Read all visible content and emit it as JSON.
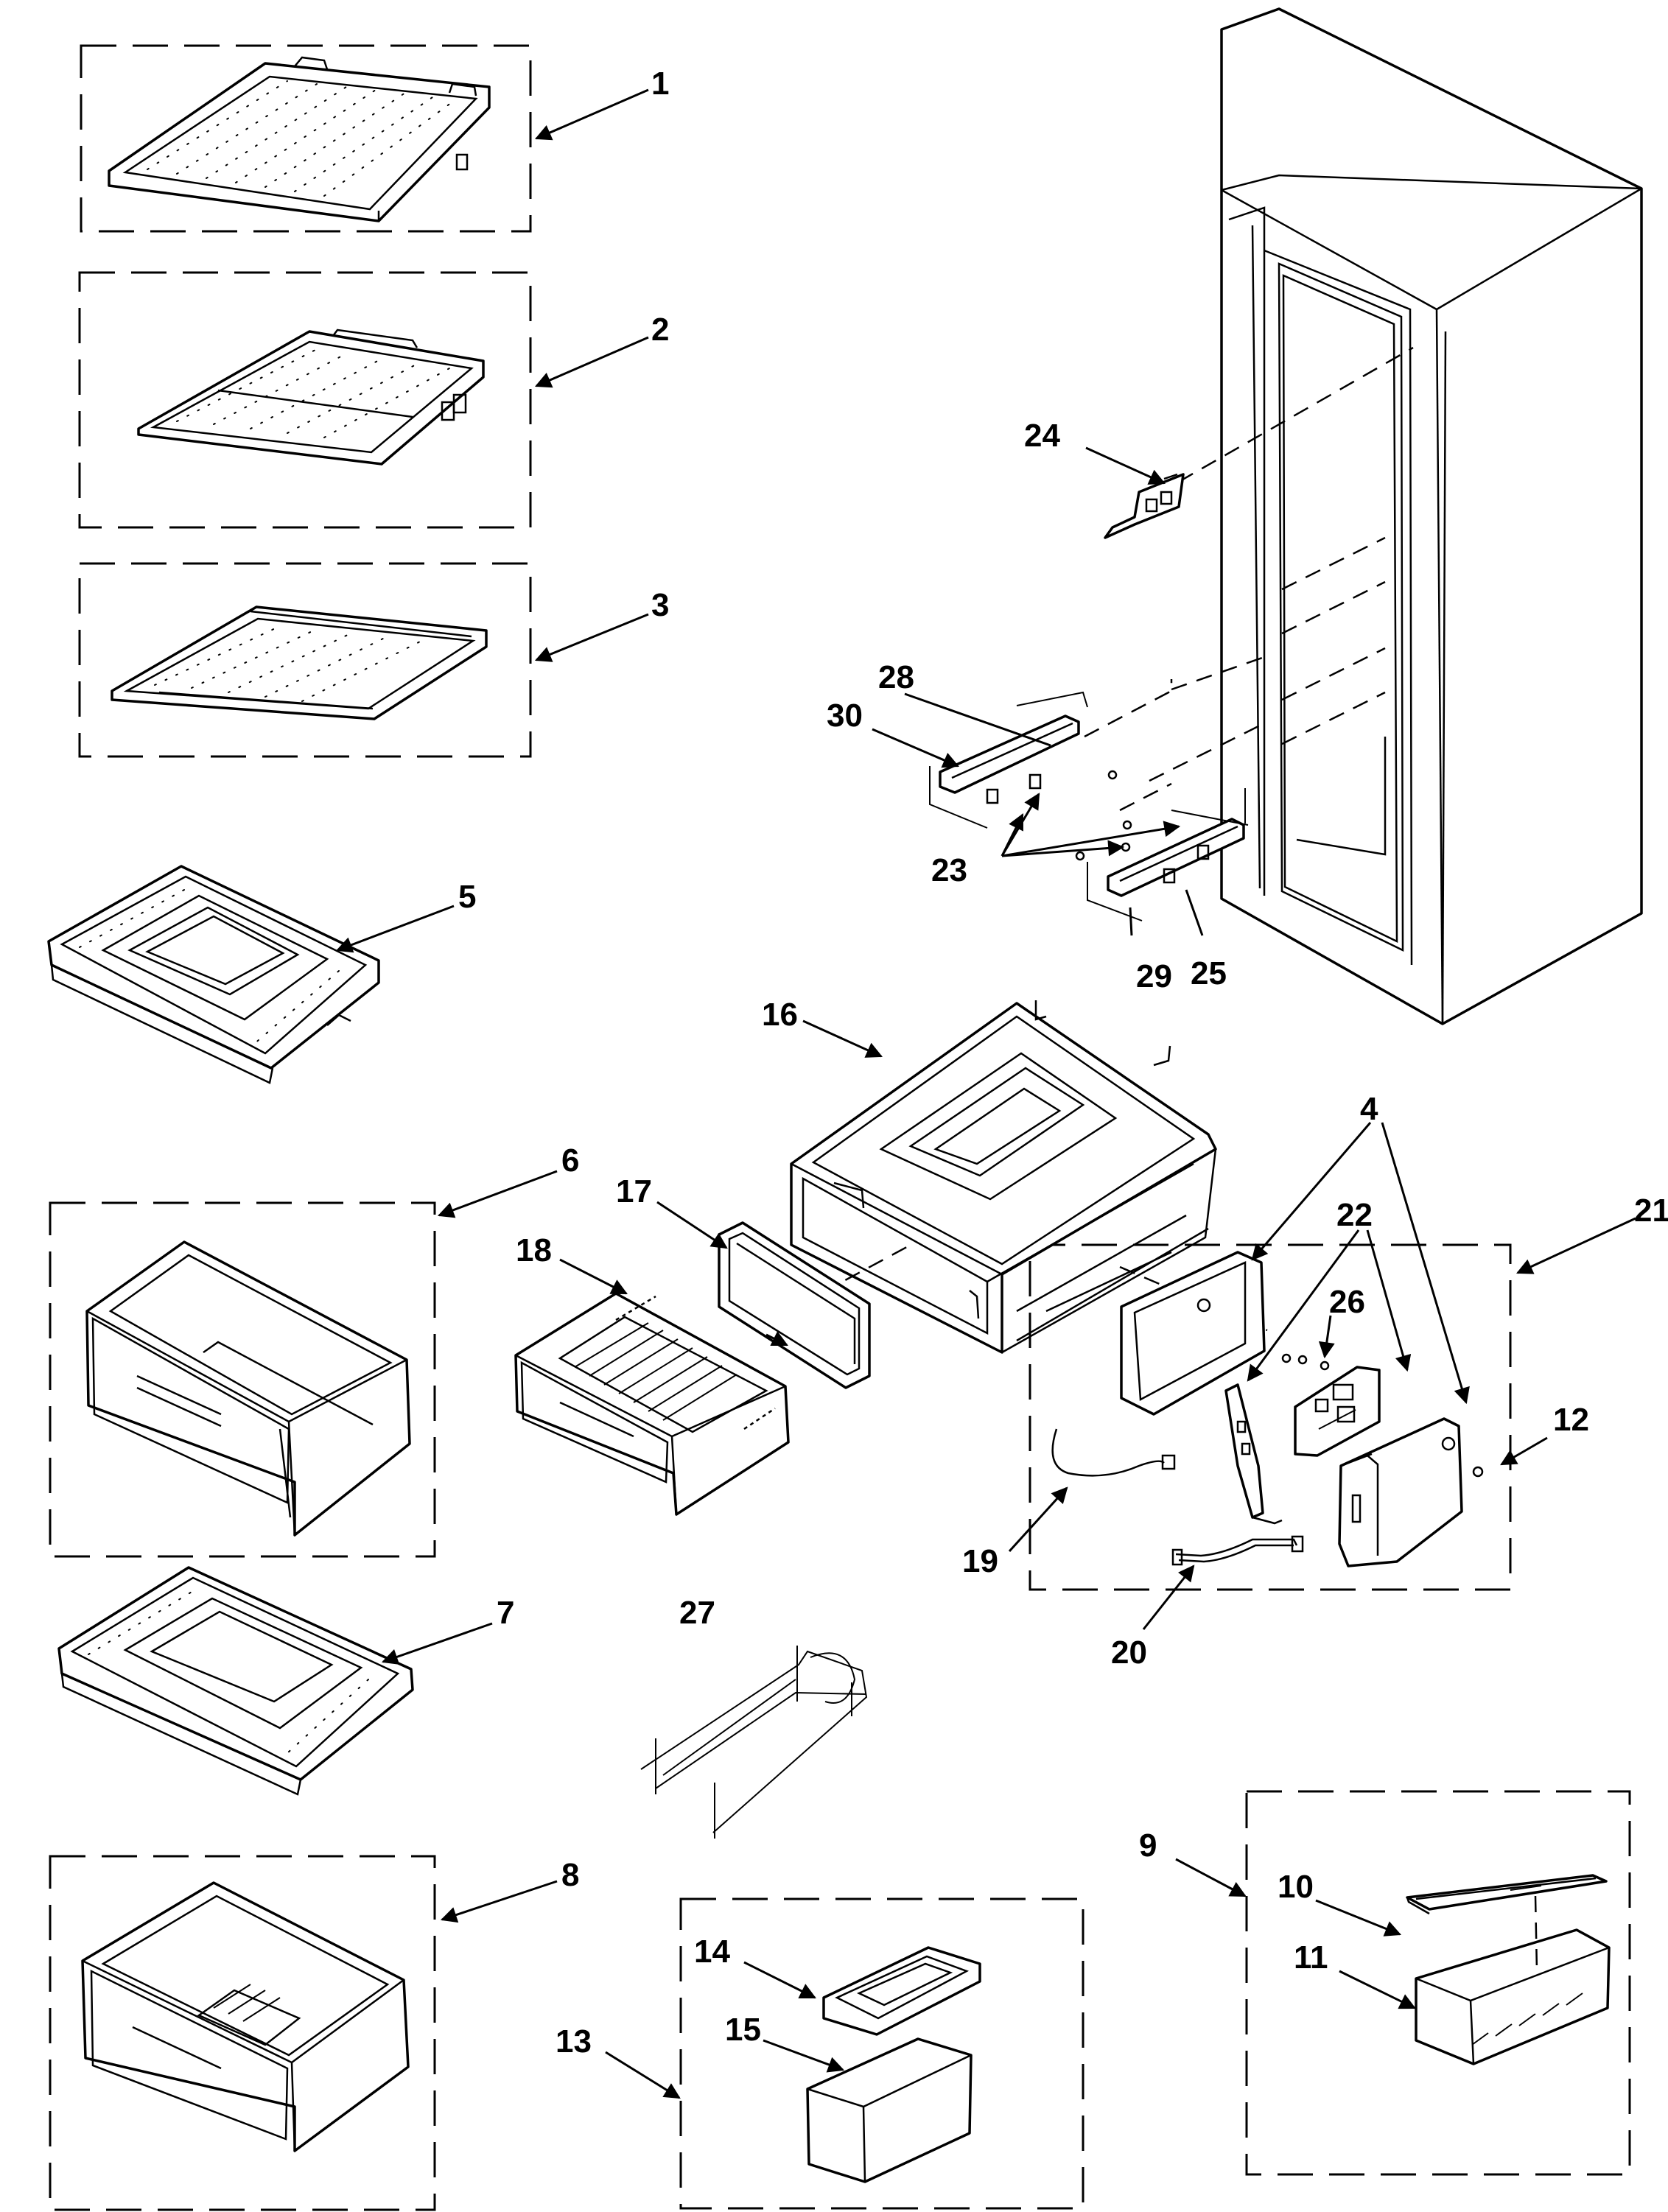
{
  "diagram": {
    "callouts": [
      {
        "id": "1",
        "text": "1"
      },
      {
        "id": "2",
        "text": "2"
      },
      {
        "id": "3",
        "text": "3"
      },
      {
        "id": "4",
        "text": "4"
      },
      {
        "id": "5",
        "text": "5"
      },
      {
        "id": "6",
        "text": "6"
      },
      {
        "id": "7",
        "text": "7"
      },
      {
        "id": "8",
        "text": "8"
      },
      {
        "id": "9",
        "text": "9"
      },
      {
        "id": "10",
        "text": "10"
      },
      {
        "id": "11",
        "text": "11"
      },
      {
        "id": "12",
        "text": "12"
      },
      {
        "id": "13",
        "text": "13"
      },
      {
        "id": "14",
        "text": "14"
      },
      {
        "id": "15",
        "text": "15"
      },
      {
        "id": "16",
        "text": "16"
      },
      {
        "id": "17",
        "text": "17"
      },
      {
        "id": "18",
        "text": "18"
      },
      {
        "id": "19",
        "text": "19"
      },
      {
        "id": "20",
        "text": "20"
      },
      {
        "id": "21",
        "text": "21"
      },
      {
        "id": "22",
        "text": "22"
      },
      {
        "id": "23",
        "text": "23"
      },
      {
        "id": "24",
        "text": "24"
      },
      {
        "id": "25",
        "text": "25"
      },
      {
        "id": "26",
        "text": "26"
      },
      {
        "id": "27",
        "text": "27"
      },
      {
        "id": "28",
        "text": "28"
      },
      {
        "id": "29",
        "text": "29"
      },
      {
        "id": "30",
        "text": "30"
      }
    ],
    "line_color": "#000000",
    "background": "#ffffff"
  }
}
